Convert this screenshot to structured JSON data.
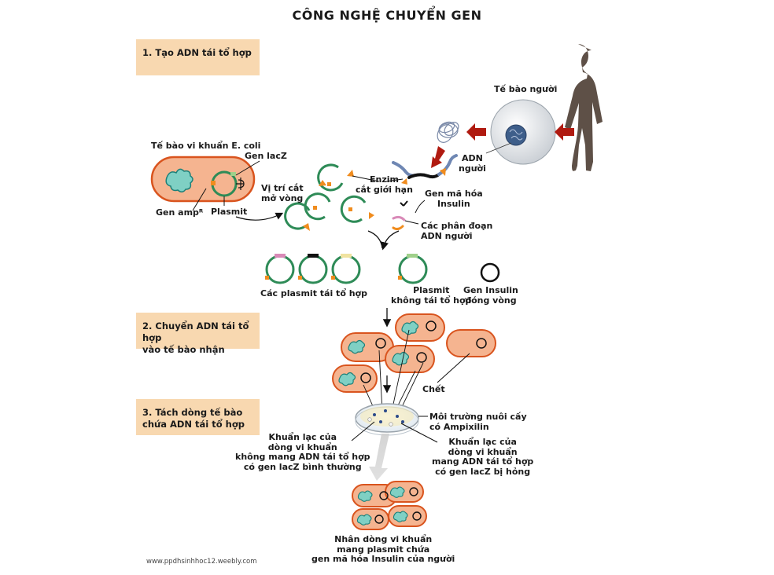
{
  "title": "CÔNG NGHỆ CHUYỂN GEN",
  "steps": [
    {
      "label": "1. Tạo ADN tái tổ hợp"
    },
    {
      "label": "2. Chuyển ADN tái tổ hợp\nvào tế bào nhận"
    },
    {
      "label": "3. Tách dòng tế bào\nchứa ADN tái tổ hợp"
    }
  ],
  "labels": {
    "human_cell": "Tế bào người",
    "human_dna": "ADN\nngười",
    "bacterium": "Tế bào vi khuẩn E. coli",
    "gene_lacz": "Gen lacZ",
    "cut_site": "Vị trí cắt\nmở vòng",
    "gene_amp": "Gen ampᴿ",
    "plasmid": "Plasmit",
    "enzyme": "Enzim\ncắt giới hạn",
    "insulin_gene": "Gen mã hóa\nInsulin",
    "fragments": "Các phân đoạn\nADN người",
    "recombinant": "Các plasmit tái tổ hợp",
    "non_recombinant": "Plasmit\nkhông tái tổ hợp",
    "circular_gene": "Gen Insulin\nđóng vòng",
    "dead": "Chết",
    "medium": "Môi trường nuôi cấy\ncó Ampixilin",
    "colony_normal": "Khuẩn lạc của\ndòng vi khuẩn\nkhông mang ADN tái tổ hợp\ncó gen lacZ bình thường",
    "colony_broken": "Khuẩn lạc của\ndòng vi khuẩn\nmang ADN tái tổ hợp\ncó gen lacZ bị hỏng",
    "clone": "Nhân dòng vi khuẩn\nmang plasmit chứa\ngen mã hóa Insulin của người"
  },
  "footer": "www.ppdhsinhhoc12.weebly.com",
  "colors": {
    "step_bg": "#f8d8b0",
    "bacterium_fill": "#f5b490",
    "bacterium_edge": "#d9541e",
    "plasmid_green": "#2e8b57",
    "chromosome": "#3aa8a0",
    "arrow_red": "#b01a10",
    "cut_orange": "#f08c1e",
    "insert_pink": "#d98ab8"
  }
}
